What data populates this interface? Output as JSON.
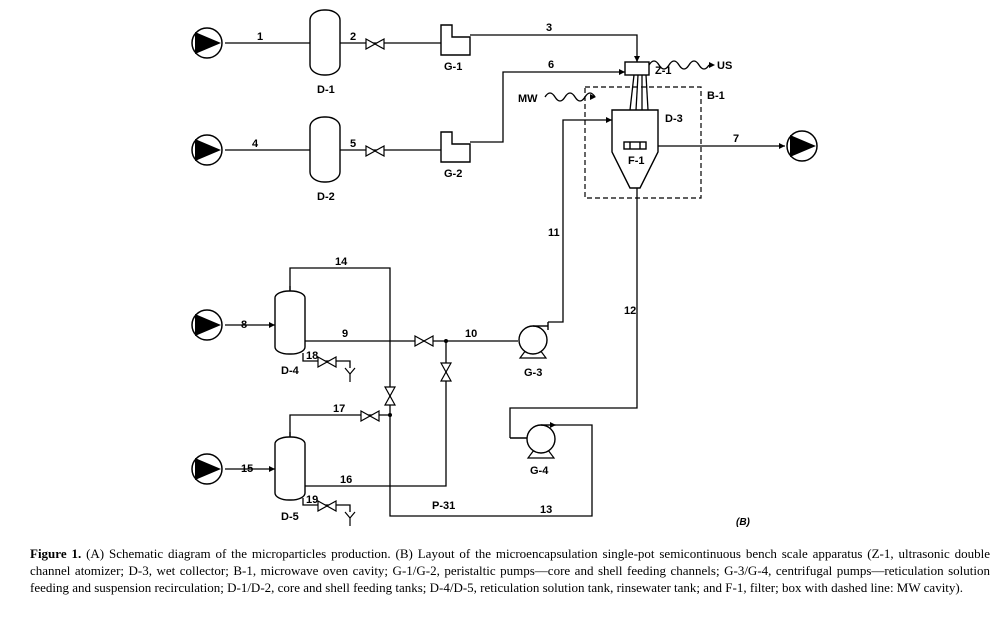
{
  "diagram": {
    "labels": {
      "s1": "1",
      "s2": "2",
      "s3": "3",
      "s4": "4",
      "s5": "5",
      "s6": "6",
      "s7": "7",
      "s8": "8",
      "s9": "9",
      "s10": "10",
      "s11": "11",
      "s12": "12",
      "s13": "13",
      "s14": "14",
      "s15": "15",
      "s16": "16",
      "s17": "17",
      "s18": "18",
      "s19": "19",
      "d1": "D-1",
      "d2": "D-2",
      "d3": "D-3",
      "d4": "D-4",
      "d5": "D-5",
      "g1": "G-1",
      "g2": "G-2",
      "g3": "G-3",
      "g4": "G-4",
      "z1": "Z-1",
      "us": "US",
      "mw": "MW",
      "b1": "B-1",
      "f1": "F-1",
      "p31": "P-31",
      "panel": "(B)"
    }
  },
  "caption": {
    "figure": "Figure 1.",
    "text": " (A) Schematic diagram of the microparticles production. (B) Layout of the microencapsulation single-pot semicontinuous bench scale apparatus (Z-1, ultrasonic double channel atomizer; D-3, wet collector; B-1, microwave oven cavity; G-1/G-2, peristaltic pumps—core and shell feeding channels; G-3/G-4, centrifugal pumps—reticulation solution feeding and suspension recirculation; D-1/D-2, core and shell feeding tanks; D-4/D-5, reticulation solution tank, rinsewater tank; and F-1, filter; box with dashed line: MW cavity)."
  }
}
